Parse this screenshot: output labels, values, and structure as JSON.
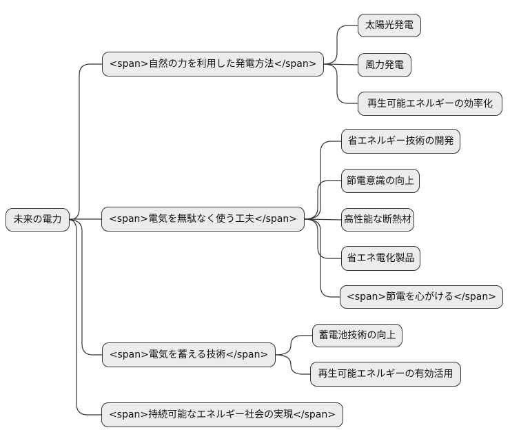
{
  "colors": {
    "background": "#ffffff",
    "node_fill": "#ececec",
    "node_border": "#333333",
    "edge": "#333333",
    "text": "#111111"
  },
  "mindmap": {
    "root": {
      "label": "未来の電力"
    },
    "branches": [
      {
        "label": "<span>自然の力を利用した発電方法</span>",
        "children": [
          "太陽光発電",
          "風力発電",
          "再生可能エネルギーの効率化"
        ]
      },
      {
        "label": "<span>電気を無駄なく使う工夫</span>",
        "children": [
          "省エネルギー技術の開発",
          "節電意識の向上",
          "高性能な断熱材",
          "省エネ電化製品",
          "<span>節電を心がける</span>"
        ]
      },
      {
        "label": "<span>電気を蓄える技術</span>",
        "children": [
          "蓄電池技術の向上",
          "再生可能エネルギーの有効活用"
        ]
      },
      {
        "label": "<span>持続可能なエネルギー社会の実現</span>",
        "children": []
      }
    ]
  }
}
